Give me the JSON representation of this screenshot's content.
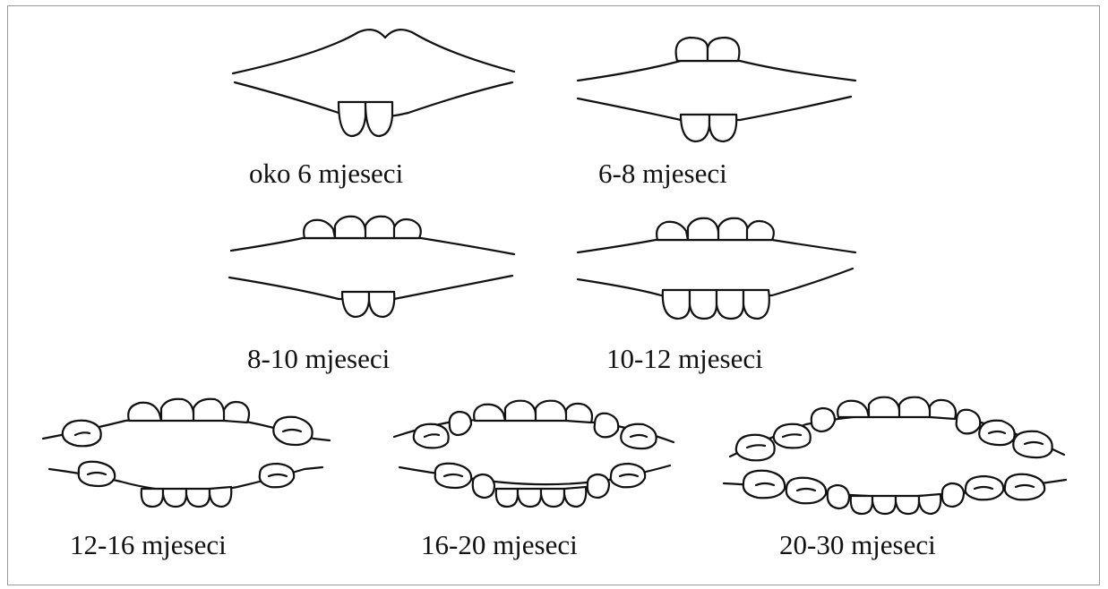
{
  "stages": [
    {
      "id": "s1",
      "label": "oko 6 mjeseci"
    },
    {
      "id": "s2",
      "label": "6-8 mjeseci"
    },
    {
      "id": "s3",
      "label": "8-10 mjeseci"
    },
    {
      "id": "s4",
      "label": "10-12 mjeseci"
    },
    {
      "id": "s5",
      "label": "12-16 mjeseci"
    },
    {
      "id": "s6",
      "label": "16-20 mjeseci"
    },
    {
      "id": "s7",
      "label": "20-30 mjeseci"
    }
  ]
}
